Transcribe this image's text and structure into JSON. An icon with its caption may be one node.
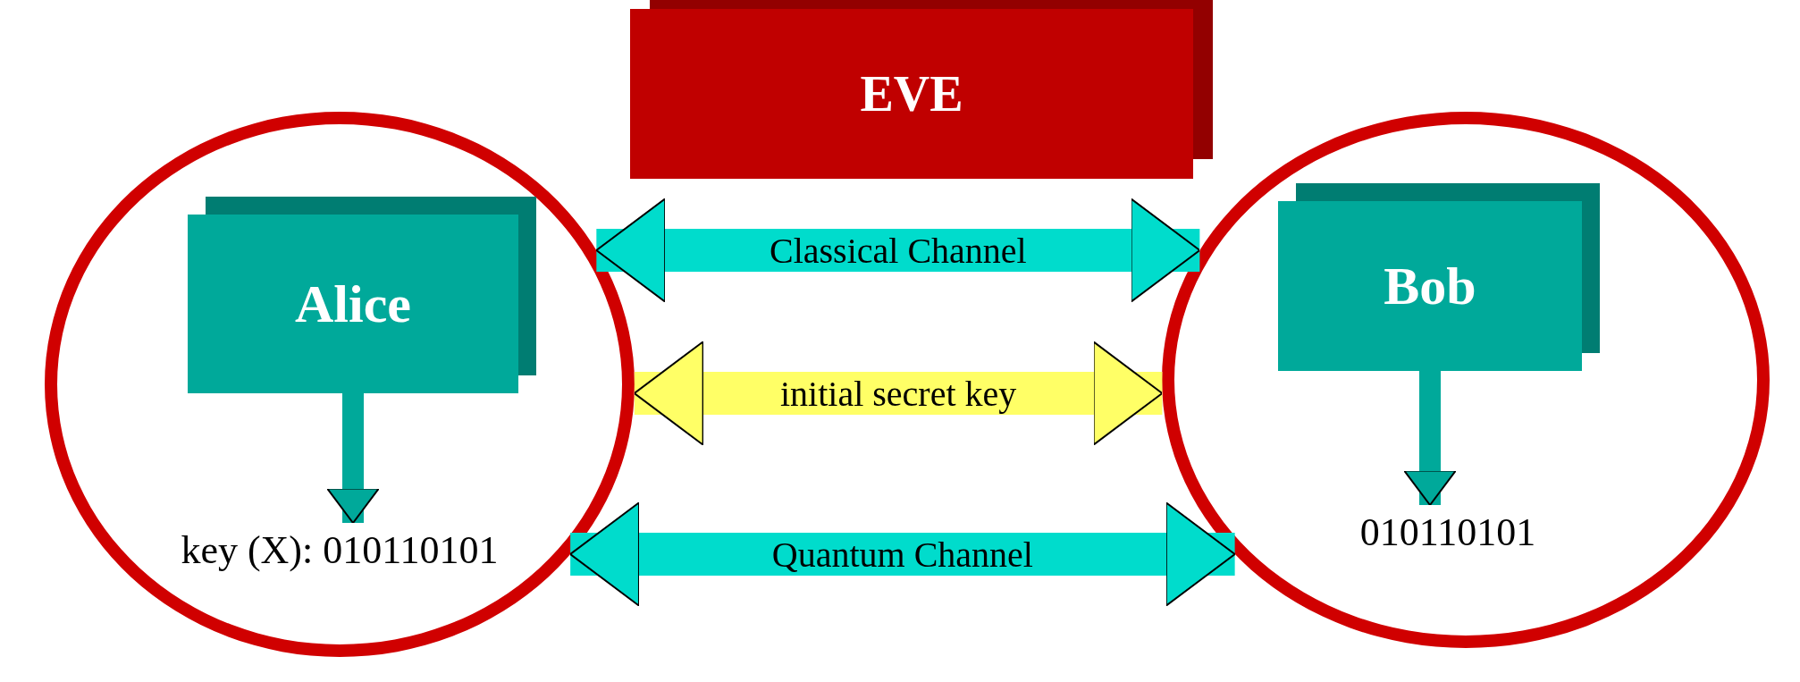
{
  "diagram": {
    "nodes": [
      {
        "text": [],
        "shape": "circle"
      },
      {
        "text": [
          "Alice"
        ],
        "in": 0
      },
      {
        "text": [
          "key (X): 010110101"
        ],
        "in": 0
      },
      {
        "text": [],
        "shape": "circle"
      },
      {
        "text": [
          "Bob"
        ],
        "in": 3
      },
      {
        "text": [
          "010110101"
        ],
        "in": 3
      },
      {
        "text": [
          "EVE"
        ]
      }
    ],
    "edges": [
      {
        "from": 0,
        "to": 3,
        "arrow": "both",
        "label": "Classical Channel"
      },
      {
        "from": 0,
        "to": 3,
        "arrow": "both",
        "label": "initial secret key",
        "color": "#ffff66"
      },
      {
        "from": 0,
        "to": 3,
        "arrow": "both",
        "label": "Quantum Channel"
      },
      {
        "from": 1,
        "to": 2,
        "arrow": "to"
      },
      {
        "from": 4,
        "to": 5,
        "arrow": "to"
      }
    ]
  }
}
